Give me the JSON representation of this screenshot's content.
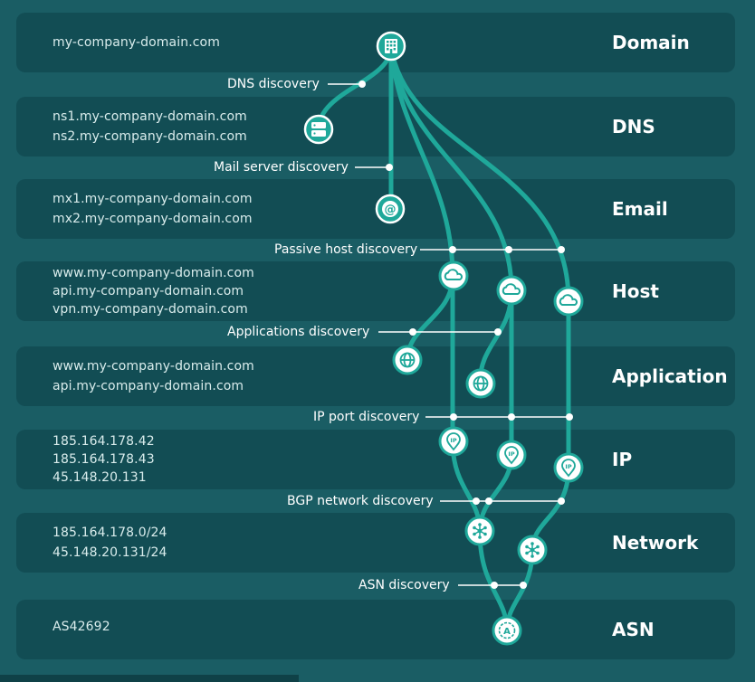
{
  "layers": [
    {
      "key": "domain",
      "label": "Domain",
      "items": [
        "my-company-domain.com"
      ]
    },
    {
      "key": "dns",
      "label": "DNS",
      "items": [
        "ns1.my-company-domain.com",
        "ns2.my-company-domain.com"
      ]
    },
    {
      "key": "email",
      "label": "Email",
      "items": [
        "mx1.my-company-domain.com",
        "mx2.my-company-domain.com"
      ]
    },
    {
      "key": "host",
      "label": "Host",
      "items": [
        "www.my-company-domain.com",
        "api.my-company-domain.com",
        "vpn.my-company-domain.com"
      ]
    },
    {
      "key": "application",
      "label": "Application",
      "items": [
        "www.my-company-domain.com",
        "api.my-company-domain.com"
      ]
    },
    {
      "key": "ip",
      "label": "IP",
      "items": [
        "185.164.178.42",
        "185.164.178.43",
        "45.148.20.131"
      ]
    },
    {
      "key": "network",
      "label": "Network",
      "items": [
        "185.164.178.0/24",
        "45.148.20.131/24"
      ]
    },
    {
      "key": "asn",
      "label": "ASN",
      "items": [
        "AS42692"
      ]
    }
  ],
  "steps": {
    "dns": "DNS discovery",
    "mail": "Mail server discovery",
    "host": "Passive host discovery",
    "apps": "Applications discovery",
    "ip": "IP port discovery",
    "bgp": "BGP network discovery",
    "asn": "ASN discovery"
  },
  "colors": {
    "background": "#1a5d64",
    "panel": "#124d54",
    "flow": "#1fa89a",
    "node_ring": "#1fa89a",
    "node_fill": "#ffffff",
    "text": "#ffffff"
  },
  "icons": {
    "domain": "building-icon",
    "dns": "server-icon",
    "email": "at-sign-icon",
    "host": "cloud-icon",
    "application": "globe-icon",
    "ip": "ip-pin-icon",
    "network": "network-hub-icon",
    "asn": "asn-icon"
  }
}
